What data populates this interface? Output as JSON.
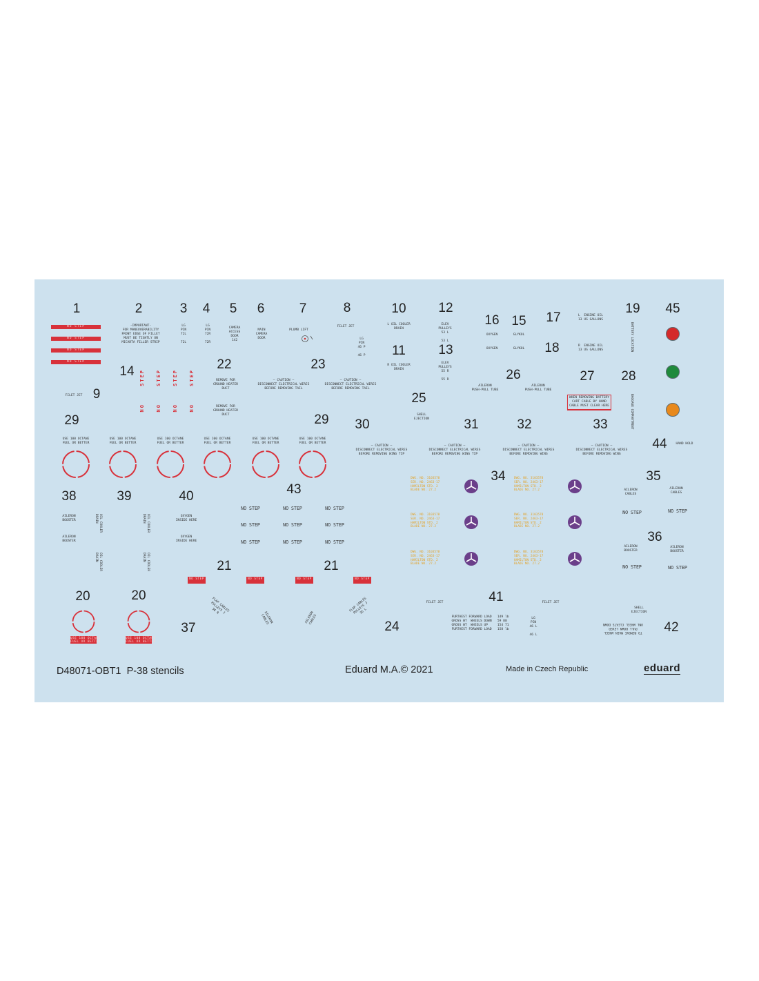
{
  "colors": {
    "sheet": "#cde1ee",
    "red": "#d8313a",
    "green": "#1f8a3c",
    "orange": "#e8891c",
    "purple": "#6b3f8a",
    "stencil_orange": "#e3a32a"
  },
  "numbers": {
    "n1": "1",
    "n2": "2",
    "n3": "3",
    "n4": "4",
    "n5": "5",
    "n6": "6",
    "n7": "7",
    "n8": "8",
    "n9": "9",
    "n10": "10",
    "n11": "11",
    "n12": "12",
    "n13": "13",
    "n14": "14",
    "n15": "15",
    "n16": "16",
    "n17": "17",
    "n18": "18",
    "n19": "19",
    "n20a": "20",
    "n20b": "20",
    "n21a": "21",
    "n21b": "21",
    "n22": "22",
    "n23": "23",
    "n24": "24",
    "n25": "25",
    "n26": "26",
    "n27": "27",
    "n28": "28",
    "n29a": "29",
    "n29b": "29",
    "n30": "30",
    "n31": "31",
    "n32": "32",
    "n33": "33",
    "n34": "34",
    "n35": "35",
    "n36": "36",
    "n37": "37",
    "n38": "38",
    "n39": "39",
    "n40": "40",
    "n41": "41",
    "n42": "42",
    "n43": "43",
    "n44": "44",
    "n45": "45"
  },
  "stencils": {
    "no_step_bar": "NO STEP",
    "s2": "-IMPORTANT-\nFOR MANEUVERABILITY\nFRONT EDGE OF FILLET\nMUST BE TIGHTLY ON\nMICARTA FILLER STRIP",
    "s3": "LG\nPIN\n72L\n\n72L",
    "s4": "LG\nPIN\n72R\n\n72R",
    "s5": "CAMERA\nACCESS\nDOOR\n142",
    "s6": "MAIN\nCAMERA\nDOOR",
    "s7": "PLUMB LIFT",
    "s8_a": "FILET JET",
    "s8_b": "LG\nPIN\n46 P\n\n46 P",
    "s9": "FILET JET",
    "s10": "L OIL COOLER\nDRAIN",
    "s11": "R OIL COOLER\nDRAIN",
    "s12": "ELEV\nPULLEYS\n53 L\n\n53 L",
    "s13": "ELEV\nPULLEYS\n55 R\n\n55 R",
    "s15_a": "GLYKOL",
    "s15_b": "GLYKOL",
    "s16_a": "OXYGEN",
    "s16_b": "OXYGEN",
    "s17": "L  ENGINE OIL\n13 US GALLONS",
    "s18": "R  ENGINE OIL\n13 US GALLONS",
    "s19": "BATTERY LOCATION",
    "s22_a": "REMOVE FOR\nGROUND HEATER\nDUCT",
    "s22_b": "REMOVE FOR\nGROUND HEATER\nDUCT",
    "s23": "— CAUTION —\nDISCONNECT ELECTRICAL WIRES\nBEFORE REMOVING TAIL",
    "s25": "SHELL\nEJECTION",
    "s26": "AILERON\nPUSH-PULL TUBE",
    "s27": "WHEN REMOVING BATTERY\nCART CABLE BY HAND\nCABLE MUST CLEAR HERE",
    "s28": "BAGGAGE COMPARTMENT",
    "fuel": "USE 100 OCTANE\nFUEL OR BETTER",
    "s30": "— CAUTION —\nDISCONNECT ELECTRICAL WIRES\nBEFORE REMOVING WING TIP",
    "s32": "— CAUTION —\nDISCONNECT ELECTRICAL WIRES\nBEFORE REMOVING WING",
    "s34": "DWG. NO. 3103578\nSER. NO. 2463-17\nHAMILTON STD. 2\nBLADE NO. 27.2",
    "s35": "AILERON\nCABLES",
    "s36": "AILERON\nBOOSTER",
    "no_step": "NO STEP",
    "s38": "AILERON\nBOOSTER",
    "s38v": "OIL COOLER\nDRAIN",
    "s40": "OXYGEN\nINSIDE HERE",
    "s41": "FURTHEST FORWARD LOAD   149 lb\nGROSS WT  WHEELS DOWN   59 88\nGROSS WT  WHEELS UP     154 71\nFURTHEST FORWARD LOAD   158 lb",
    "s41_lg": "LG\nPIN\n46 L\n\n46 L",
    "s42": "SHELL\nEJECTION",
    "s42_inv": "TO REMOVE MAIN WHEEL\nPULL DOWN LEVER\nUNL WHEEL CLEATS DOWN",
    "s44": "HAND HOLD",
    "s37_a": "FLAP CABLES\nPULLEYS J\n36 R",
    "s37_b": "AILERON\nCABLES",
    "s24_a": "AILERON\nCABLES",
    "s24_b": "FLAP CABLES\nPULLEYS J\n36 L",
    "fuel_box": "USE 100 OCTANE\nFUEL OR BETTER",
    "step_vertical": "STEP",
    "no_vertical": "NO"
  },
  "footer": {
    "code": "D48071-OBT1",
    "title": "P-38 stencils",
    "copyright": "Eduard M.A.© 2021",
    "made_in": "Made in Czech Republic",
    "brand": "eduard"
  }
}
